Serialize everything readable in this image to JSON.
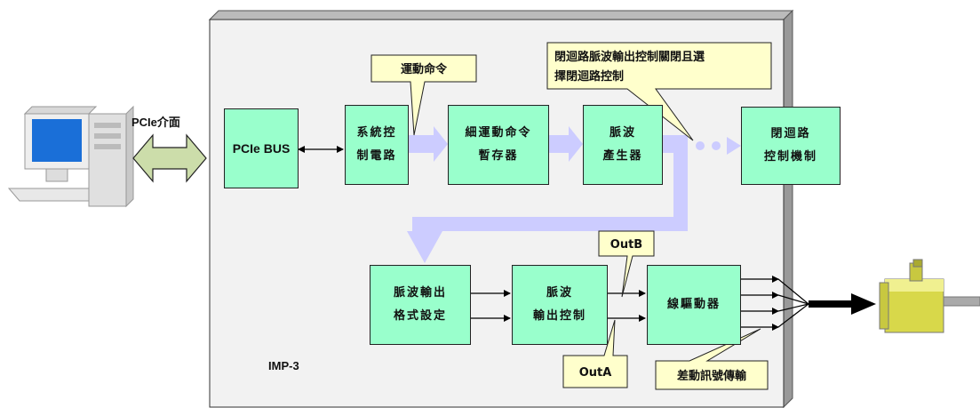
{
  "title_label": "IMP-3",
  "interface_label": "PCIe介面",
  "blocks": {
    "pcie_bus": "PCIe BUS",
    "system_control": [
      "系統控",
      "制電路"
    ],
    "command_buffer": [
      "細運動命令",
      "暫存器"
    ],
    "pulse_generator": [
      "脈波",
      "產生器"
    ],
    "closed_loop": [
      "閉迴路",
      "控制機制"
    ],
    "pulse_format": [
      "脈波輸出",
      "格式設定"
    ],
    "pulse_output_control": [
      "脈波",
      "輸出控制"
    ],
    "line_driver": "線驅動器"
  },
  "callouts": {
    "motion_command": "運動命令",
    "closed_loop_select": [
      "閉迴路脈波輸出控制關閉且選",
      "擇閉迴路控制"
    ],
    "out_b": "OutB",
    "out_a": "OutA",
    "differential": "差動訊號傳輸"
  },
  "colors": {
    "block_fill": "#99ffcc",
    "panel_fill": "#f2f2f2",
    "callout_fill": "#ffffcc",
    "flow_arrow": "#ccccff"
  }
}
